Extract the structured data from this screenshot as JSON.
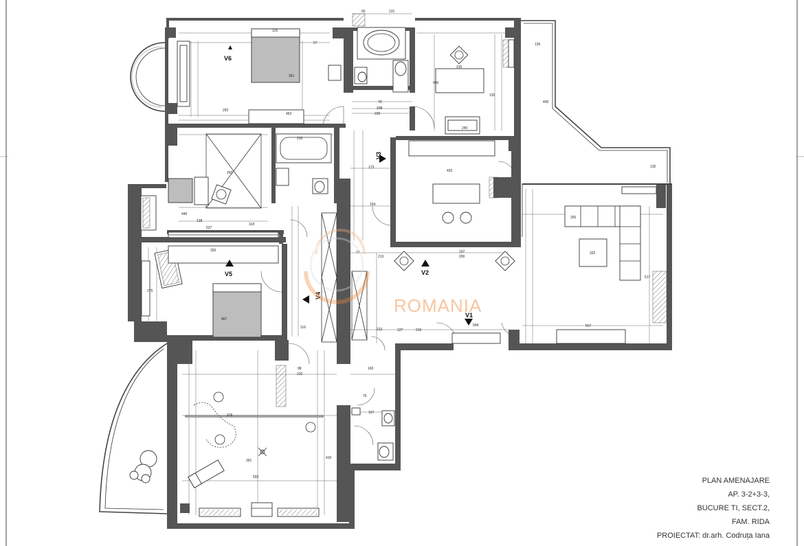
{
  "title_block": {
    "line1": "PLAN AMENAJARE",
    "line2": "AP. 3-2+3-3,",
    "line3": "BUCURE TI, SECT.2,",
    "line4": "FAM. RIDA",
    "line5": "PROIECTAT: dr.arh. Codruța Iana"
  },
  "watermark": "ROMANIA",
  "view_labels": {
    "v1": "V1",
    "v2": "V2",
    "v3": "V3",
    "v4": "V4",
    "v5": "V5",
    "v6": "V6"
  },
  "dimensions": {
    "d_top_1": "60",
    "d_top_2": "131",
    "d_bed6_1": "125",
    "d_bed6_2": "57",
    "d_bed6_3": "462",
    "d_bed6_4": "351",
    "d_bath_1": "70",
    "d_bath_2": "208",
    "d_bath_3": "230",
    "d_bath_4": "210",
    "d_bath_5": "250",
    "d_bath_6": "292",
    "d_k_1": "315",
    "d_k_2": "240",
    "d_k_3": "430",
    "d_k_4": "130",
    "d_liv_1": "126",
    "d_liv_2": "400",
    "d_liv_3": "130",
    "d_liv_4": "250",
    "d_liv_5": "332",
    "d_liv_6": "517",
    "d_liv_7": "557",
    "d_din_1": "173",
    "d_din_2": "154",
    "d_din_3": "420",
    "d_din_4": "197",
    "d_din_5": "200",
    "d_hall_1": "77",
    "d_hall_2": "213",
    "d_hall_3": "212",
    "d_hall_4": "594",
    "d_hall_5": "127",
    "d_hall_6": "210",
    "d_bed5_1": "330",
    "d_bed5_2": "467",
    "d_bed5_3": "175",
    "d_bed5_4": "116",
    "d_low_1": "98",
    "d_low_2": "210",
    "d_low_3": "160",
    "d_low_4": "276",
    "d_low_5": "391",
    "d_low_6": "592",
    "d_low_7": "410",
    "d_low_8": "75",
    "d_low_9": "167",
    "d_left_1": "440",
    "d_left_2": "537",
    "d_left_3": "118",
    "d_left_4": "138"
  }
}
